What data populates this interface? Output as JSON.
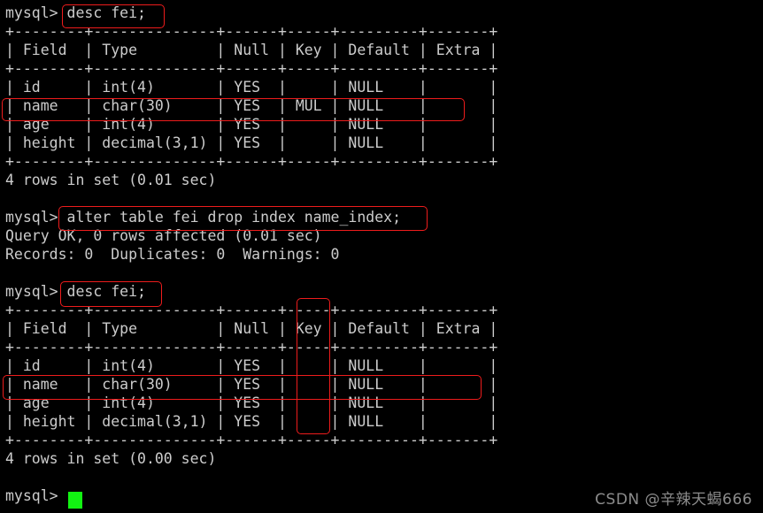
{
  "terminal": {
    "prompt": "mysql> ",
    "background_color": "#000000",
    "text_color": "#cccccc",
    "annotation_color": "#ee1c1c",
    "cursor_color": "#12f312"
  },
  "blocks": [
    {
      "id": "block-1",
      "command": "desc fei;",
      "table": {
        "headers": [
          "Field",
          "Type",
          "Null",
          "Key",
          "Default",
          "Extra"
        ],
        "rows": [
          [
            "id",
            "int(4)",
            "YES",
            "",
            "NULL",
            ""
          ],
          [
            "name",
            "char(30)",
            "YES",
            "MUL",
            "NULL",
            ""
          ],
          [
            "age",
            "int(4)",
            "YES",
            "",
            "NULL",
            ""
          ],
          [
            "height",
            "decimal(3,1)",
            "YES",
            "",
            "NULL",
            ""
          ]
        ]
      },
      "result": "4 rows in set (0.01 sec)"
    },
    {
      "id": "block-2",
      "command": "alter table fei drop index name_index;",
      "status": "Query OK, 0 rows affected (0.01 sec)",
      "counters": "Records: 0  Duplicates: 0  Warnings: 0"
    },
    {
      "id": "block-3",
      "command": "desc fei;",
      "table": {
        "headers": [
          "Field",
          "Type",
          "Null",
          "Key",
          "Default",
          "Extra"
        ],
        "rows": [
          [
            "id",
            "int(4)",
            "YES",
            "",
            "NULL",
            ""
          ],
          [
            "name",
            "char(30)",
            "YES",
            "",
            "NULL",
            ""
          ],
          [
            "age",
            "int(4)",
            "YES",
            "",
            "NULL",
            ""
          ],
          [
            "height",
            "decimal(3,1)",
            "YES",
            "",
            "NULL",
            ""
          ]
        ]
      },
      "result": "4 rows in set (0.00 sec)"
    }
  ],
  "console_text": "mysql> desc fei;\n+--------+--------------+------+-----+---------+-------+\n| Field  | Type         | Null | Key | Default | Extra |\n+--------+--------------+------+-----+---------+-------+\n| id     | int(4)       | YES  |     | NULL    |       |\n| name   | char(30)     | YES  | MUL | NULL    |       |\n| age    | int(4)       | YES  |     | NULL    |       |\n| height | decimal(3,1) | YES  |     | NULL    |       |\n+--------+--------------+------+-----+---------+-------+\n4 rows in set (0.01 sec)\n\nmysql> alter table fei drop index name_index;\nQuery OK, 0 rows affected (0.01 sec)\nRecords: 0  Duplicates: 0  Warnings: 0\n\nmysql> desc fei;\n+--------+--------------+------+-----+---------+-------+\n| Field  | Type         | Null | Key | Default | Extra |\n+--------+--------------+------+-----+---------+-------+\n| id     | int(4)       | YES  |     | NULL    |       |\n| name   | char(30)     | YES  |     | NULL    |       |\n| age    | int(4)       | YES  |     | NULL    |       |\n| height | decimal(3,1) | YES  |     | NULL    |       |\n+--------+--------------+------+-----+---------+-------+\n4 rows in set (0.00 sec)\n\nmysql> ",
  "annotations": [
    {
      "name": "highlight-command-desc-1",
      "target": "desc fei;"
    },
    {
      "name": "highlight-name-row-1",
      "target": "name char(30) YES MUL NULL"
    },
    {
      "name": "highlight-command-alter",
      "target": "alter table fei drop index name_index;"
    },
    {
      "name": "highlight-command-desc-2",
      "target": "desc fei;"
    },
    {
      "name": "highlight-key-column",
      "target": "Key"
    },
    {
      "name": "highlight-name-row-2",
      "target": "name char(30) YES NULL"
    }
  ],
  "watermark": {
    "text": "CSDN @辛辣天蝎666"
  }
}
